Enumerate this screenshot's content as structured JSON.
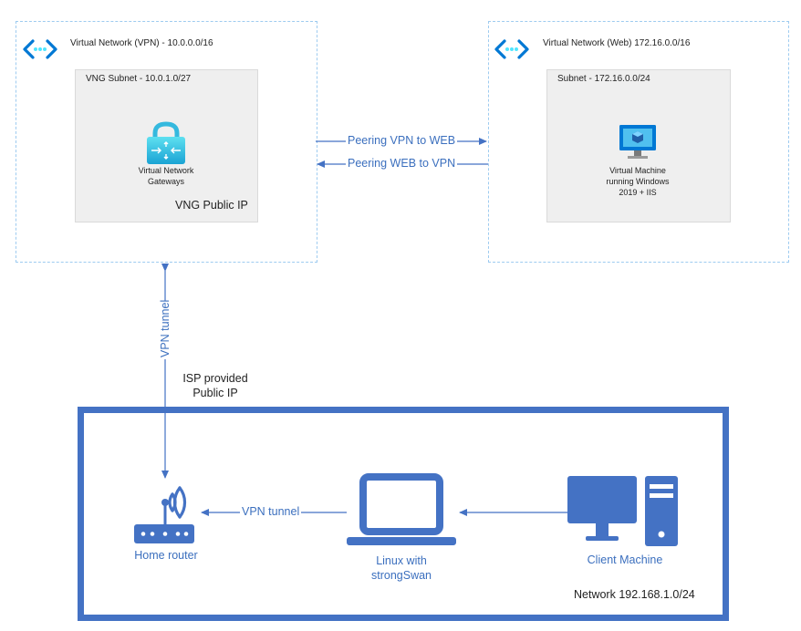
{
  "vnet_vpn": {
    "title": "Virtual Network (VPN) - 10.0.0.0/16"
  },
  "vng_subnet": {
    "title": "VNG Subnet - 10.0.1.0/27"
  },
  "vng": {
    "label_line1": "Virtual Network",
    "label_line2": "Gateways"
  },
  "vng_public_ip": "VNG Public IP",
  "vnet_web": {
    "title": "Virtual Network (Web) 172.16.0.0/16"
  },
  "web_subnet": {
    "title": "Subnet - 172.16.0.0/24"
  },
  "vm": {
    "line1": "Virtual Machine",
    "line2": "running Windows",
    "line3": "2019 + IIS"
  },
  "peering": {
    "vpn_to_web": "Peering VPN to WEB",
    "web_to_vpn": "Peering WEB to VPN"
  },
  "vpn_tunnel_vertical": "VPN tunnel",
  "isp_ip": {
    "line1": "ISP provided",
    "line2": "Public IP"
  },
  "home_router": "Home router",
  "vpn_tunnel_horizontal": "VPN tunnel",
  "linux": {
    "line1": "Linux with",
    "line2": "strongSwan"
  },
  "client": "Client Machine",
  "home_network": "Network 192.168.1.0/24",
  "colors": {
    "network_blue": "#4472c4",
    "azure_blue": "#0078d4",
    "dashed_border": "#9ecbf0"
  }
}
